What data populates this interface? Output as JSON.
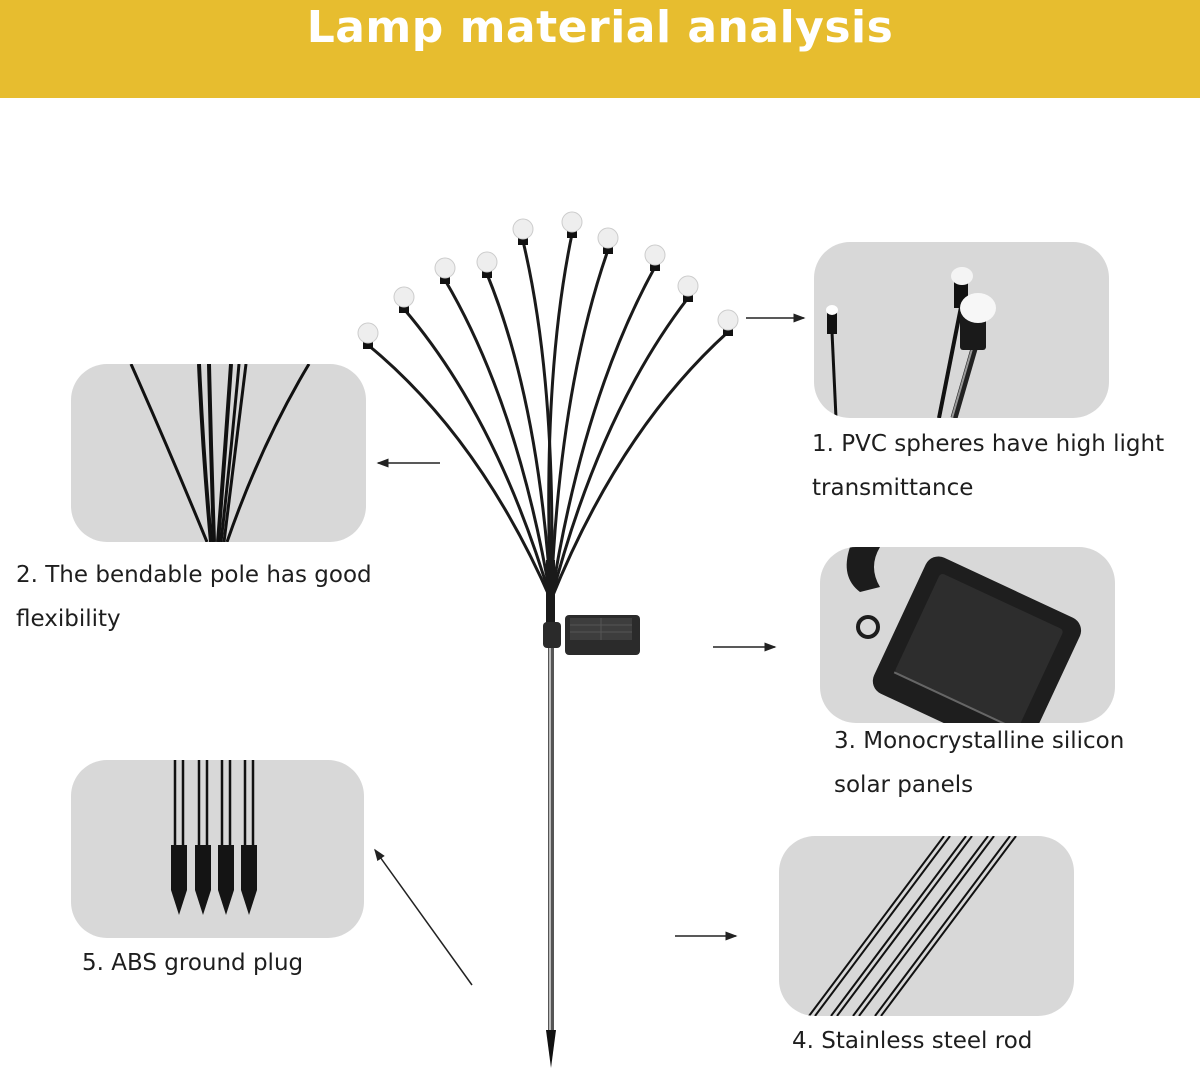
{
  "header": {
    "title": "Lamp material analysis",
    "background_color": "#e7bd2f",
    "text_color": "#ffffff"
  },
  "product": {
    "name": "solar firefly lamp",
    "bulb_count": 10,
    "bulb_color": "#eeeeee",
    "stem_color": "#1a1a1a"
  },
  "features": [
    {
      "number": "1",
      "caption_line1": "1. PVC spheres have high light",
      "caption_line2": "transmittance",
      "image": "pvc-spheres-closeup"
    },
    {
      "number": "2",
      "caption_line1": "2. The bendable pole has good",
      "caption_line2": "flexibility",
      "image": "bendable-poles"
    },
    {
      "number": "3",
      "caption_line1": "3. Monocrystalline silicon",
      "caption_line2": "solar panels",
      "image": "solar-panel-closeup"
    },
    {
      "number": "4",
      "caption_line1": "4. Stainless steel rod",
      "caption_line2": "",
      "image": "steel-rods"
    },
    {
      "number": "5",
      "caption_line1": "5. ABS ground plug",
      "caption_line2": "",
      "image": "ground-plugs"
    }
  ],
  "panel_color": "#d8d8d8"
}
